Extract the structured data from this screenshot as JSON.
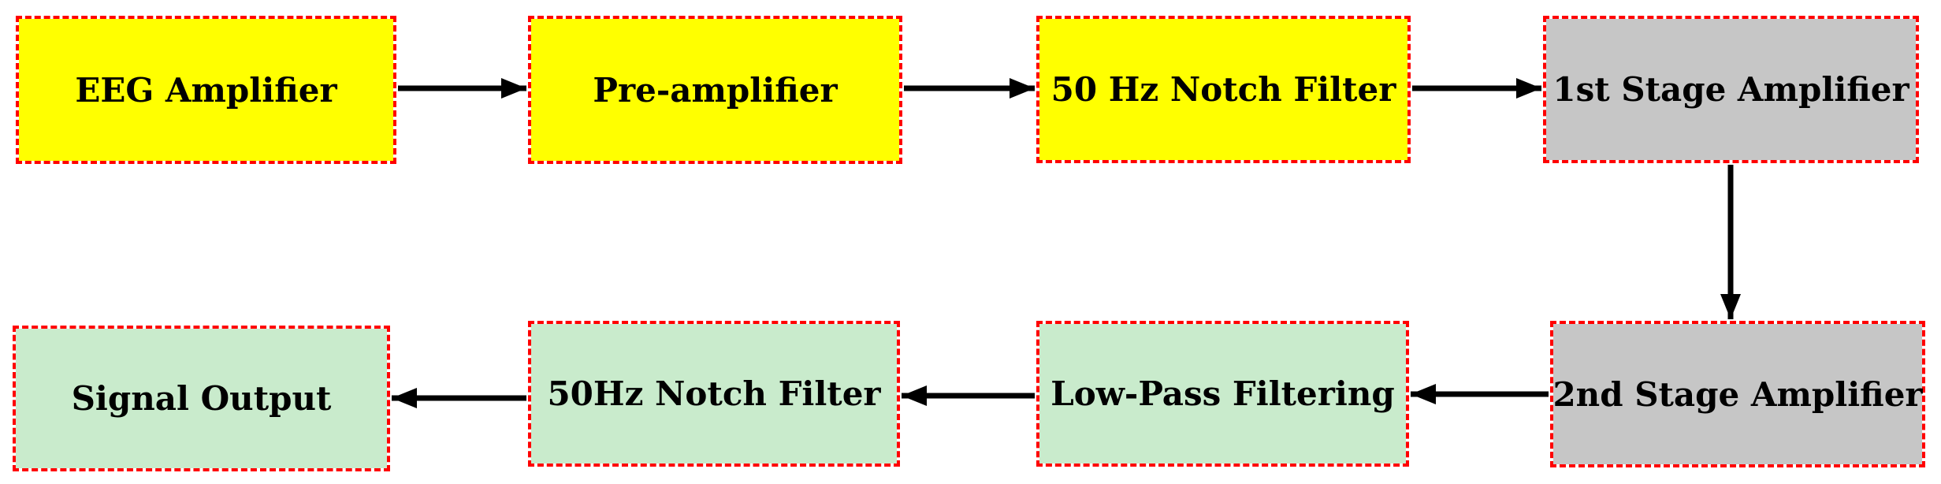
{
  "diagram": {
    "type": "flowchart",
    "description": "EEG signal conditioning pipeline block diagram",
    "colors": {
      "acquisition_fill": "#FFFF00",
      "amplifier_fill": "#C6C6C6",
      "output_fill": "#C9EBCC",
      "node_border": "#FF0000",
      "arrow": "#000000",
      "label_text": "#000000",
      "background": "#FFFFFF"
    },
    "nodes": [
      {
        "id": "eeg-amplifier",
        "label": "EEG Amplifier",
        "fill": "#FFFF00",
        "row": "top"
      },
      {
        "id": "pre-amplifier",
        "label": "Pre-amplifier",
        "fill": "#FFFF00",
        "row": "top"
      },
      {
        "id": "notch-filter-50hz-top",
        "label": "50 Hz Notch Filter",
        "fill": "#FFFF00",
        "row": "top"
      },
      {
        "id": "first-stage-amplifier",
        "label": "1st Stage Amplifier",
        "fill": "#C6C6C6",
        "row": "top"
      },
      {
        "id": "second-stage-amplifier",
        "label": "2nd Stage Amplifier",
        "fill": "#C6C6C6",
        "row": "bottom"
      },
      {
        "id": "low-pass-filtering",
        "label": "Low-Pass Filtering",
        "fill": "#C9EBCC",
        "row": "bottom"
      },
      {
        "id": "notch-filter-50hz-bottom",
        "label": "50Hz Notch Filter",
        "fill": "#C9EBCC",
        "row": "bottom"
      },
      {
        "id": "signal-output",
        "label": "Signal Output",
        "fill": "#C9EBCC",
        "row": "bottom"
      }
    ],
    "edges": [
      {
        "from": "EEG Amplifier",
        "to": "Pre-amplifier",
        "direction": "right"
      },
      {
        "from": "Pre-amplifier",
        "to": "50 Hz Notch Filter",
        "direction": "right"
      },
      {
        "from": "50 Hz Notch Filter",
        "to": "1st Stage Amplifier",
        "direction": "right"
      },
      {
        "from": "1st Stage Amplifier",
        "to": "2nd Stage Amplifier",
        "direction": "down"
      },
      {
        "from": "2nd Stage Amplifier",
        "to": "Low-Pass Filtering",
        "direction": "left"
      },
      {
        "from": "Low-Pass Filtering",
        "to": "50Hz Notch Filter",
        "direction": "left"
      },
      {
        "from": "50Hz Notch Filter",
        "to": "Signal Output",
        "direction": "left"
      }
    ]
  }
}
